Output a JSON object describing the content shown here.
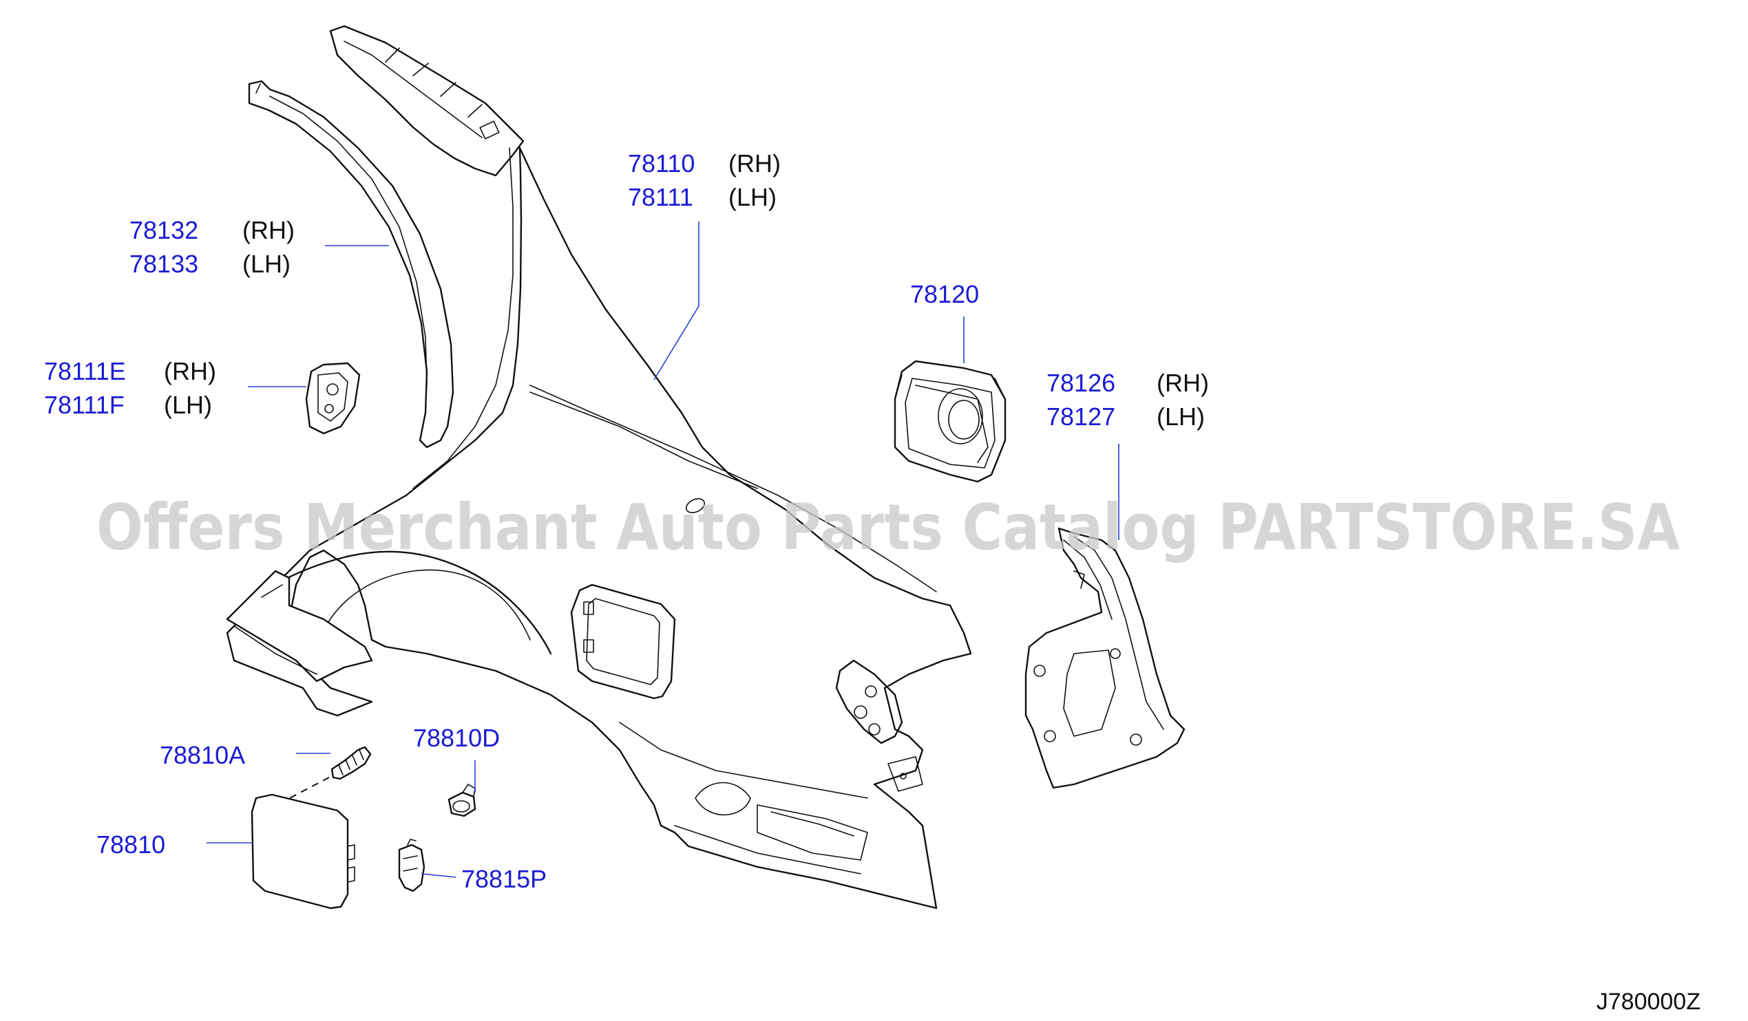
{
  "watermark": "Offers Merchant Auto Parts Catalog PARTSTORE.SA",
  "diagram_code": "J780000Z",
  "callouts": [
    {
      "id": "fender",
      "part_numbers": [
        "78110",
        "78111"
      ],
      "sides": [
        "(RH)",
        "(LH)"
      ]
    },
    {
      "id": "wheelhouse",
      "part_numbers": [
        "78132",
        "78133"
      ],
      "sides": [
        "(RH)",
        "(LH)"
      ]
    },
    {
      "id": "bracket",
      "part_numbers": [
        "78111E",
        "78111F"
      ],
      "sides": [
        "(RH)",
        "(LH)"
      ]
    },
    {
      "id": "filler-base",
      "part_numbers": [
        "78120"
      ],
      "sides": []
    },
    {
      "id": "rear-extension",
      "part_numbers": [
        "78126",
        "78127"
      ],
      "sides": [
        "(RH)",
        "(LH)"
      ]
    },
    {
      "id": "lid-hinge-pin",
      "part_numbers": [
        "78810A"
      ],
      "sides": []
    },
    {
      "id": "lid-bumper",
      "part_numbers": [
        "78810D"
      ],
      "sides": []
    },
    {
      "id": "filler-lid",
      "part_numbers": [
        "78810"
      ],
      "sides": []
    },
    {
      "id": "lid-spring",
      "part_numbers": [
        "78815P"
      ],
      "sides": []
    }
  ],
  "colors": {
    "part_number": "#1a1ad6",
    "leader": "#2a3fd4",
    "line_art": "#111111",
    "watermark": "#c9c9c9"
  }
}
